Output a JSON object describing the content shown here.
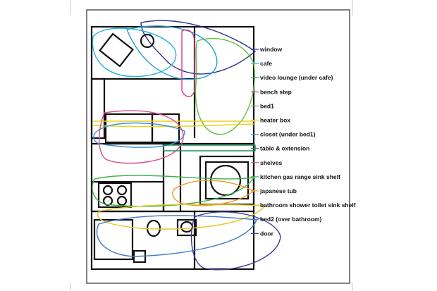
{
  "legend": {
    "items": [
      {
        "label": "window",
        "color": "#2a2a8c"
      },
      {
        "label": "cafe",
        "color": "#27b2e0"
      },
      {
        "label": "video lounge (under cafe)",
        "color": "#1c9fc8"
      },
      {
        "label": "bench step",
        "color": "#e0338a"
      },
      {
        "label": "bed1",
        "color": "#5cc23a"
      },
      {
        "label": "heater box",
        "color": "#e9d21b"
      },
      {
        "label": "closet (under bed1)",
        "color": "#3b8ed6"
      },
      {
        "label": "table & extension",
        "color": "#1a8f5f"
      },
      {
        "label": "shelves",
        "color": "#d64b8a"
      },
      {
        "label": "kitchen gas range sink shelf",
        "color": "#3ab24a"
      },
      {
        "label": "japanese tub",
        "color": "#f29a1f"
      },
      {
        "label": "bathroom shower toilet sink shelf",
        "color": "#e7c81c"
      },
      {
        "label": "bed2 (over bathroom)",
        "color": "#3c78c8"
      },
      {
        "label": "door",
        "color": "#3b3a9a"
      }
    ]
  },
  "colors": {
    "frame": "#4a4a4a",
    "walls": "#111111",
    "page_edge": "#cfcfcf"
  }
}
